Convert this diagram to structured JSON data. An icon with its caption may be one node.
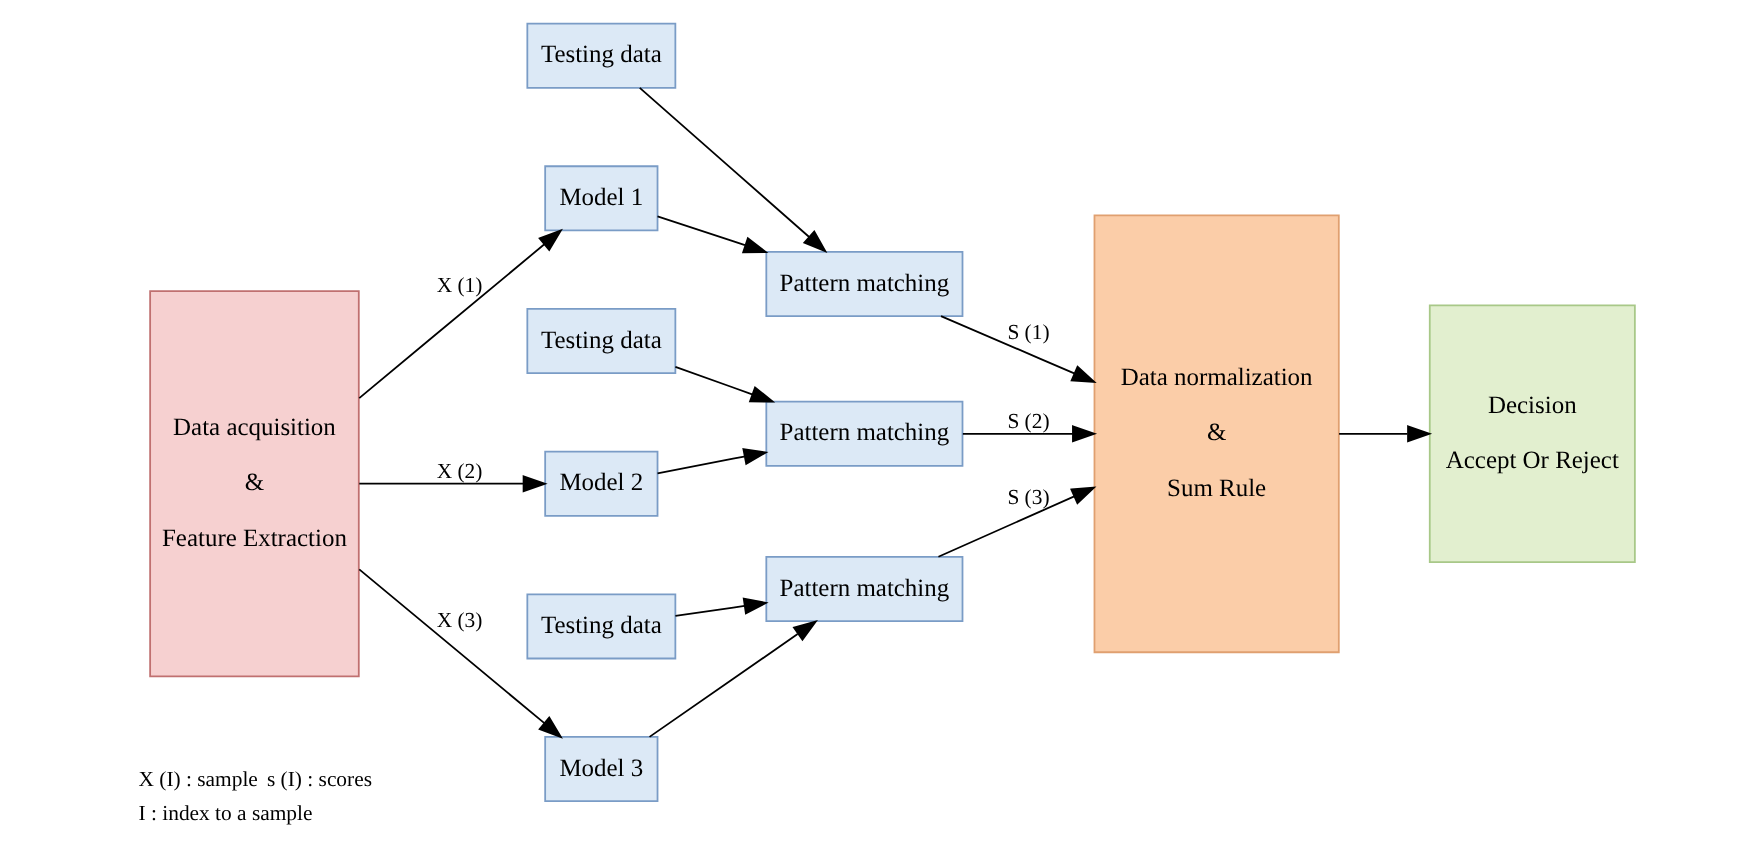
{
  "diagram": {
    "nodes": [
      {
        "text": [
          "Data acquisition",
          "&",
          "Feature Extraction"
        ]
      },
      {
        "text": [
          "Testing data"
        ]
      },
      {
        "text": [
          "Model 1"
        ]
      },
      {
        "text": [
          "Pattern matching"
        ]
      },
      {
        "text": [
          "Testing data"
        ]
      },
      {
        "text": [
          "Model 2"
        ]
      },
      {
        "text": [
          "Pattern matching"
        ]
      },
      {
        "text": [
          "Testing data"
        ]
      },
      {
        "text": [
          "Model 3"
        ]
      },
      {
        "text": [
          "Pattern matching"
        ]
      },
      {
        "text": [
          "Data normalization",
          "&",
          "Sum Rule"
        ]
      },
      {
        "text": [
          "Decision",
          "Accept Or Reject"
        ]
      }
    ],
    "edges": [
      {
        "from": 0,
        "to": 2,
        "arrow": "to",
        "label": "X (1)"
      },
      {
        "from": 0,
        "to": 5,
        "arrow": "to",
        "label": "X (2)"
      },
      {
        "from": 0,
        "to": 8,
        "arrow": "to",
        "label": "X (3)"
      },
      {
        "from": 1,
        "to": 3,
        "arrow": "to"
      },
      {
        "from": 2,
        "to": 3,
        "arrow": "to"
      },
      {
        "from": 4,
        "to": 6,
        "arrow": "to"
      },
      {
        "from": 5,
        "to": 6,
        "arrow": "to"
      },
      {
        "from": 7,
        "to": 9,
        "arrow": "to"
      },
      {
        "from": 8,
        "to": 9,
        "arrow": "to"
      },
      {
        "from": 3,
        "to": 10,
        "arrow": "to",
        "label": "S (1)"
      },
      {
        "from": 6,
        "to": 10,
        "arrow": "to",
        "label": "S (2)"
      },
      {
        "from": 9,
        "to": 10,
        "arrow": "to",
        "label": "S (3)"
      },
      {
        "from": 10,
        "to": 11,
        "arrow": "to"
      }
    ],
    "labels": [
      "X (I) : sample",
      "s (I) : scores",
      "I : index to a sample"
    ]
  }
}
